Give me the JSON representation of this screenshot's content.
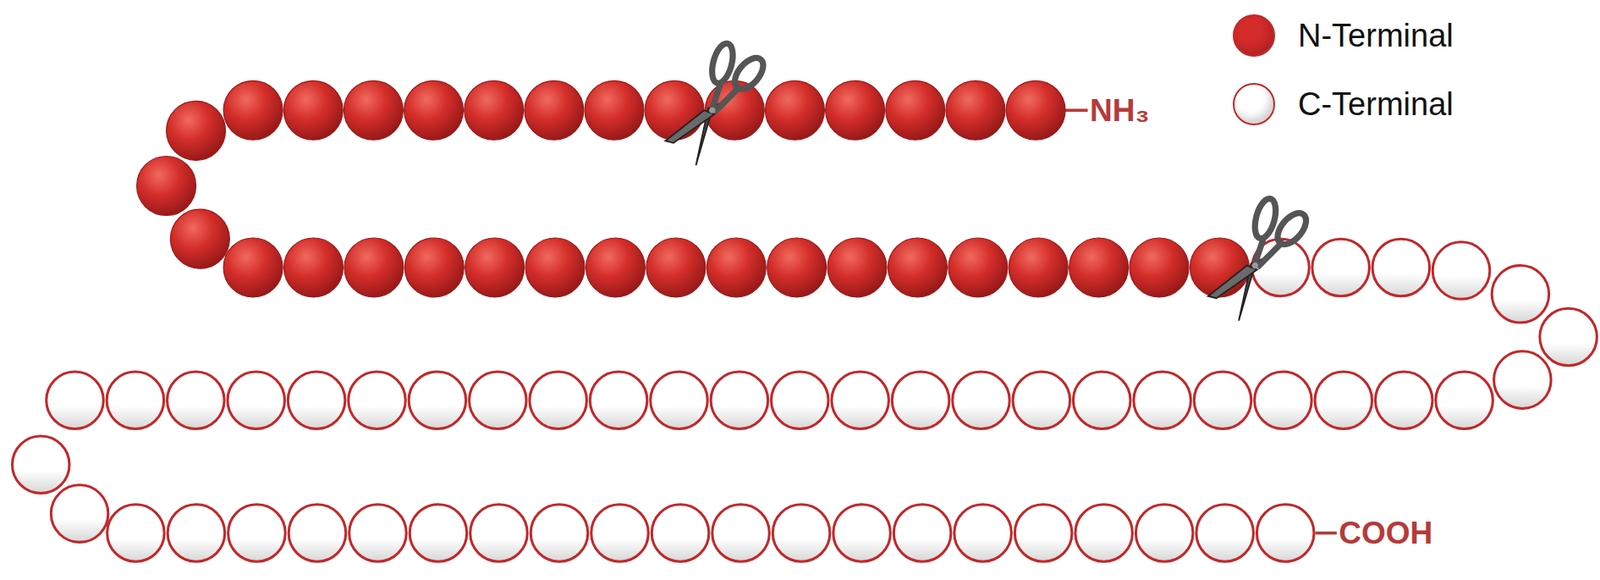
{
  "diagram": {
    "labels": [
      "NH₃",
      "COOH"
    ],
    "legend": [
      {
        "text": "N-Terminal",
        "color": "#d32a2a"
      },
      {
        "text": "C-Terminal",
        "color": "#ffffff"
      }
    ]
  }
}
